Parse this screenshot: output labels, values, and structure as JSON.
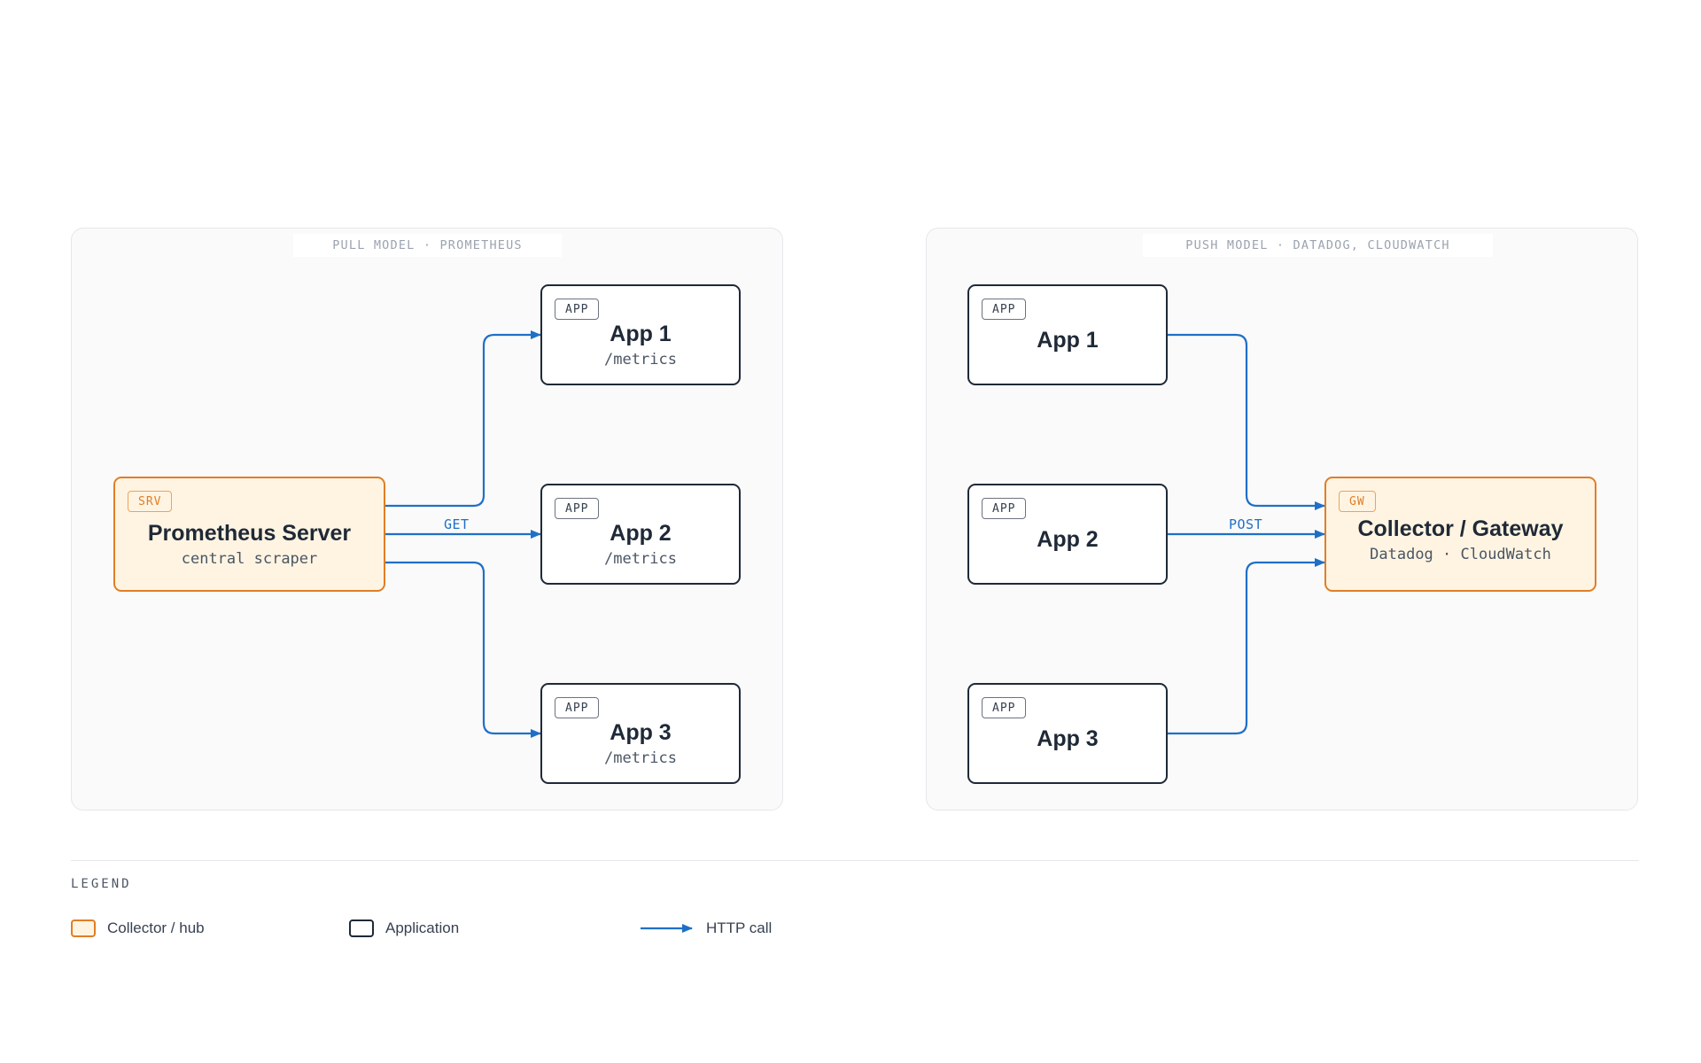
{
  "colors": {
    "hub_border": "#e07e26",
    "hub_fill": "#fff4e2",
    "app_border": "#1f2937",
    "wire": "#1f6fc7"
  },
  "pull": {
    "title": "PULL MODEL · PROMETHEUS",
    "server": {
      "tag": "SRV",
      "title": "Prometheus Server",
      "sub": "central scraper"
    },
    "apps": [
      {
        "tag": "APP",
        "title": "App 1",
        "sub": "/metrics"
      },
      {
        "tag": "APP",
        "title": "App 2",
        "sub": "/metrics"
      },
      {
        "tag": "APP",
        "title": "App 3",
        "sub": "/metrics"
      }
    ],
    "edge_label": "GET"
  },
  "push": {
    "title": "PUSH MODEL · DATADOG, CLOUDWATCH",
    "gateway": {
      "tag": "GW",
      "title": "Collector / Gateway",
      "sub": "Datadog · CloudWatch"
    },
    "apps": [
      {
        "tag": "APP",
        "title": "App 1"
      },
      {
        "tag": "APP",
        "title": "App 2"
      },
      {
        "tag": "APP",
        "title": "App 3"
      }
    ],
    "edge_label": "POST"
  },
  "legend": {
    "title": "LEGEND",
    "items": [
      {
        "label": "Collector / hub",
        "kind": "hub"
      },
      {
        "label": "Application",
        "kind": "app"
      },
      {
        "label": "HTTP call",
        "kind": "arrow"
      }
    ]
  }
}
